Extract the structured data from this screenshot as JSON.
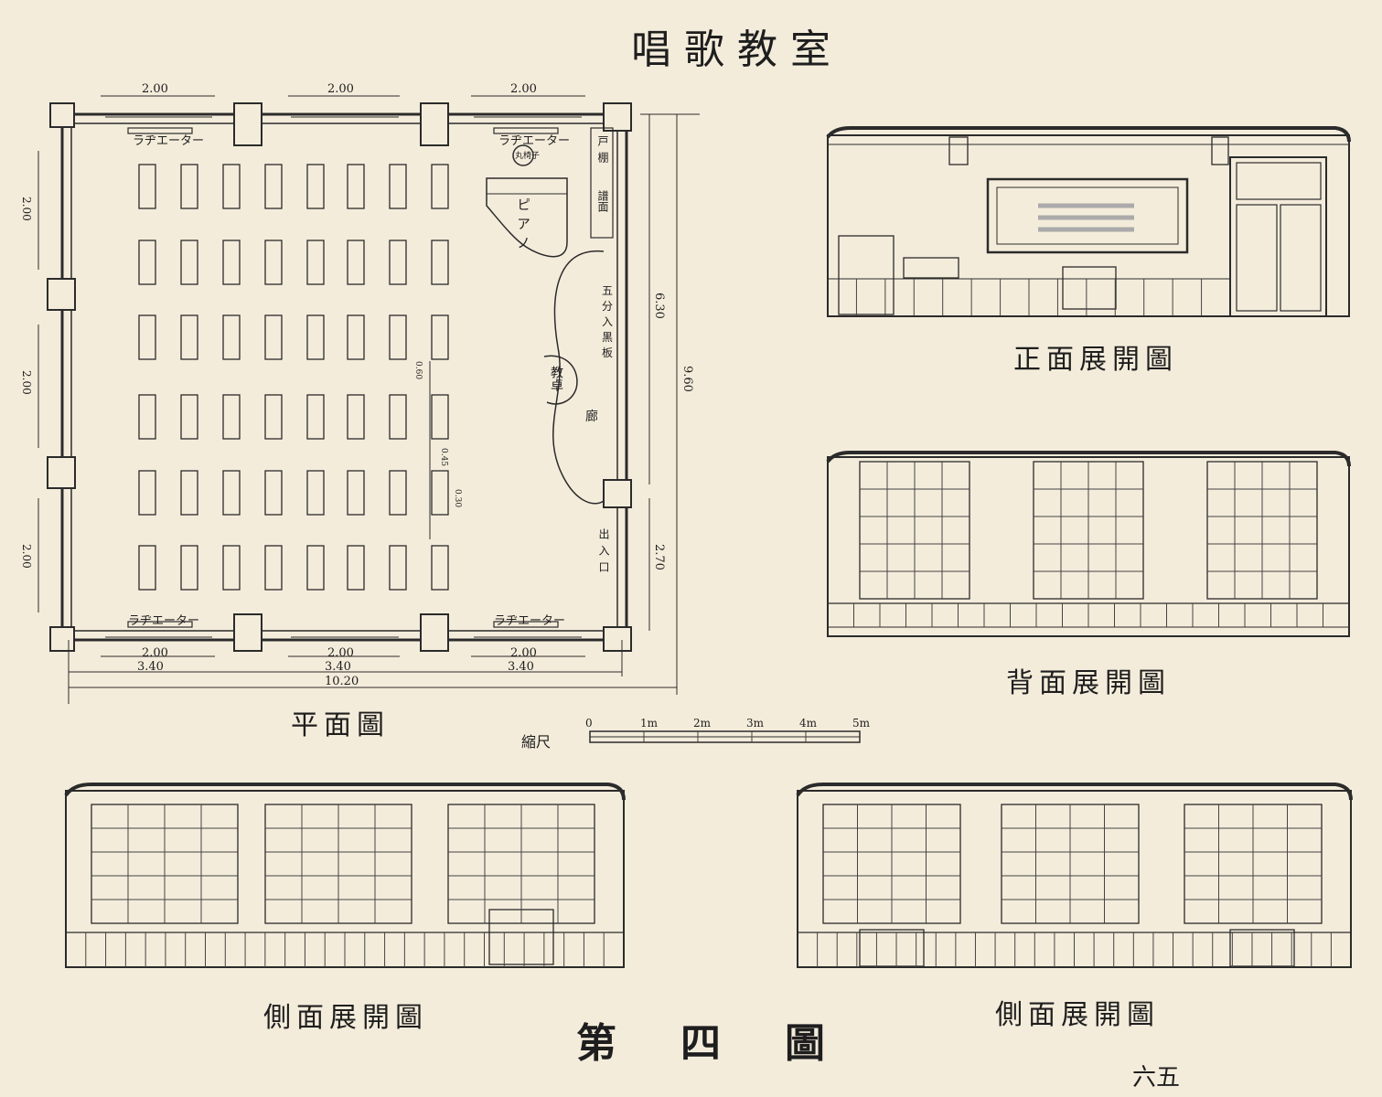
{
  "page": {
    "title": "唱歌教室",
    "figure_label": "第四圖",
    "page_number": "六五"
  },
  "plan": {
    "caption": "平面圖",
    "radiator_label": "ラヂエーター",
    "piano_label": "ピアノ",
    "round_stool_label": "丸椅子",
    "platform_label": "教卓",
    "cabinet_label": "戸棚",
    "music_stand_label": "譜面",
    "closet_label": "出入口",
    "dimensions": {
      "window_span": "2.00",
      "bay_width": "3.40",
      "total_width": "10.20",
      "total_depth": "9.60",
      "side_length": "6.30",
      "lower_length": "2.70",
      "aisle_width": "0.60",
      "desk_gap": "0.45",
      "desk_depth": "0.30"
    },
    "text_vertical": [
      "五",
      "分",
      "入",
      "黒",
      "板"
    ],
    "text_lower": "廊"
  },
  "scale": {
    "label": "縮尺",
    "ticks": [
      "0",
      "1m",
      "2m",
      "3m",
      "4m",
      "5m"
    ]
  },
  "elevations": {
    "front": "正面展開圖",
    "back": "背面展開圖",
    "side_left": "側面展開圖",
    "side_right": "側面展開圖"
  }
}
